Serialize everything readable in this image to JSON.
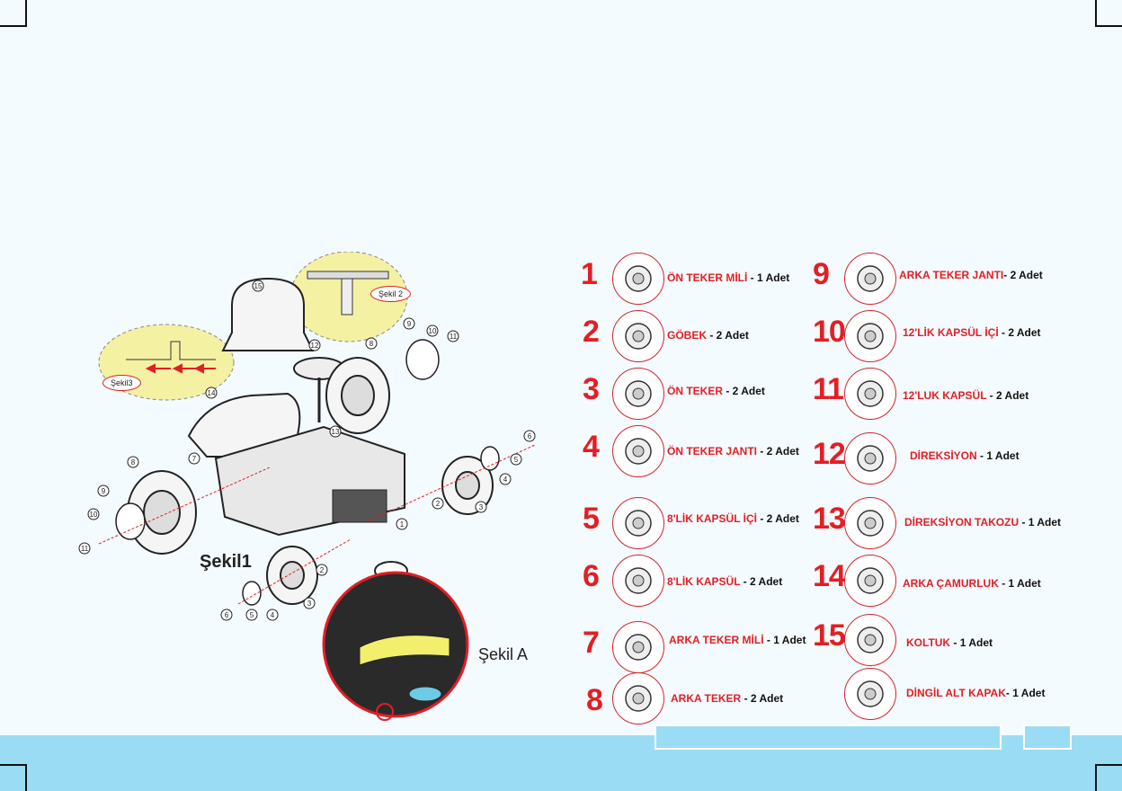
{
  "figure_labels": {
    "main": "Şekil1",
    "detail_a": "Şekil A",
    "bubble_2": "Şekil 2",
    "bubble_3": "Şekil3"
  },
  "parts": [
    {
      "num": "1",
      "name": "ÖN TEKER MİLİ",
      "qty": " - 1 Adet",
      "icon": "axle-rod-icon"
    },
    {
      "num": "2",
      "name": "GÖBEK",
      "qty": " - 2 Adet",
      "icon": "hub-icon"
    },
    {
      "num": "3",
      "name": "ÖN TEKER",
      "qty": " - 2 Adet",
      "icon": "front-wheel-icon"
    },
    {
      "num": "4",
      "name": "ÖN TEKER JANTI",
      "qty": "  - 2 Adet",
      "icon": "front-rim-icon"
    },
    {
      "num": "5",
      "name": "8'LİK KAPSÜL İÇİ",
      "qty": " -  2 Adet",
      "icon": "cap-insert-icon"
    },
    {
      "num": "6",
      "name": "8'LİK KAPSÜL",
      "qty": " -  2 Adet",
      "icon": "cap-icon"
    },
    {
      "num": "7",
      "name": "ARKA TEKER  MİLİ",
      "qty": " - 1 Adet",
      "icon": "rear-axle-icon"
    },
    {
      "num": "8",
      "name": "ARKA TEKER",
      "qty": " - 2 Adet",
      "icon": "rear-wheel-icon"
    },
    {
      "num": "9",
      "name": "ARKA TEKER JANTI",
      "qty": "- 2 Adet",
      "icon": "rear-rim-icon"
    },
    {
      "num": "10",
      "name": "12'LİK KAPSÜL İÇİ",
      "qty": "  - 2 Adet",
      "icon": "cap-insert-icon"
    },
    {
      "num": "11",
      "name": "12'LUK KAPSÜL",
      "qty": " -  2 Adet",
      "icon": "cap-icon"
    },
    {
      "num": "12",
      "name": "DİREKSİYON",
      "qty": " - 1 Adet",
      "icon": "steering-wheel-icon"
    },
    {
      "num": "13",
      "name": "DİREKSİYON TAKOZU",
      "qty": " - 1 Adet",
      "icon": "steering-mount-icon"
    },
    {
      "num": "14",
      "name": "ARKA ÇAMURLUK",
      "qty": " - 1 Adet",
      "icon": "rear-fender-icon"
    },
    {
      "num": "15",
      "name": "KOLTUK",
      "qty": " - 1 Adet",
      "icon": "seat-icon"
    },
    {
      "num": "",
      "name": "DİNGİL ALT KAPAK",
      "qty": "- 1 Adet",
      "icon": "axle-cover-icon"
    }
  ],
  "diagram_callouts": [
    "1",
    "2",
    "3",
    "4",
    "5",
    "6",
    "7",
    "8",
    "9",
    "10",
    "11",
    "12",
    "13",
    "14",
    "15"
  ],
  "colors": {
    "accent": "#e31e24",
    "band": "#9adcf4",
    "background": "#f3fbfe",
    "highlight": "#f1ef6c"
  }
}
